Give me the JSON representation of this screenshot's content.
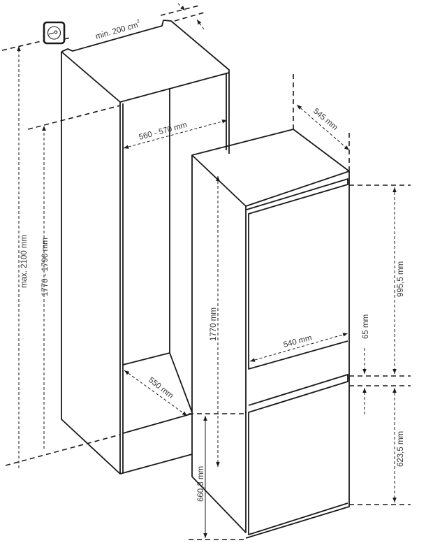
{
  "labels": {
    "vent": "min. 200 cm",
    "vent_sup": "2",
    "niche_width": "560 - 570 mm",
    "niche_depth": "550 mm",
    "max_height": "max. 2100 mm",
    "niche_height": "1770 - 1790 mm",
    "fridge_depth": "545 mm",
    "fridge_height": "1770 mm",
    "fridge_width": "540 mm",
    "upper_door": "995,5 mm",
    "gap": "65 mm",
    "lower_door": "623,5 mm",
    "lower_height": "660,3 mm"
  },
  "icons": {
    "socket": "power-socket-icon"
  },
  "colors": {
    "line": "#1a1a1a",
    "text": "#333333"
  }
}
